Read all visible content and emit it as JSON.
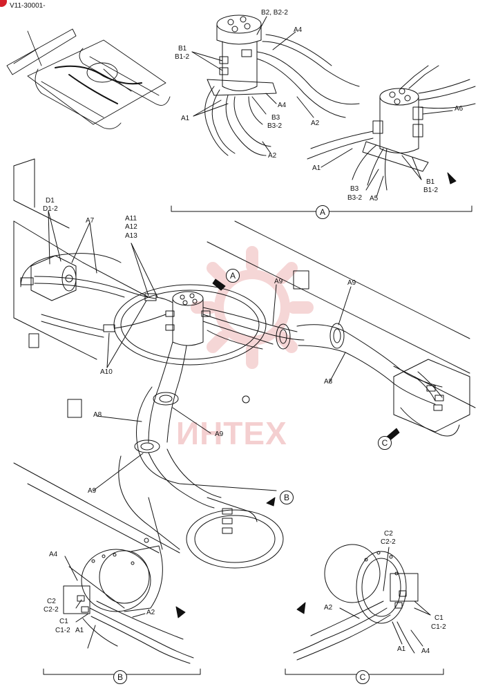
{
  "header": {
    "doc_code": "V11-30001-"
  },
  "watermark": {
    "text": "ИНТЕХ",
    "color": "#f0b8ba"
  },
  "colors": {
    "line": "#111111",
    "accent": "#d4202a"
  },
  "callouts": {
    "a": "A",
    "b": "B",
    "c": "C"
  },
  "labels": {
    "b2_b22": "B2, B2-2",
    "a4_top": "A4",
    "b1_left": "B1",
    "b12_left": "B1-2",
    "a4_mid": "A4",
    "a1_left": "A1",
    "b3_left": "B3",
    "b32_left": "B3-2",
    "a2_top": "A2",
    "a2_bottom": "A2",
    "a6": "A6",
    "a1_right": "A1",
    "b1_right": "B1",
    "b12_right": "B1-2",
    "b3_right": "B3",
    "b32_right": "B3-2",
    "a5": "A5",
    "d1": "D1",
    "d12": "D1-2",
    "a7": "A7",
    "a11": "A11",
    "a12": "A12",
    "a13": "A13",
    "a9_1": "A9",
    "a9_2": "A9",
    "a10": "A10",
    "a8_right": "A8",
    "a8_left": "A8",
    "a9_3": "A9",
    "a9_4": "A9",
    "b_a4": "A4",
    "b_c2": "C2",
    "b_c22": "C2-2",
    "b_a2": "A2",
    "b_c1": "C1",
    "b_c12": "C1-2",
    "b_a1": "A1",
    "c_c2": "C2",
    "c_c22": "C2-2",
    "c_a2": "A2",
    "c_c1": "C1",
    "c_c12": "C1-2",
    "c_a1": "A1",
    "c_a4": "A4"
  }
}
